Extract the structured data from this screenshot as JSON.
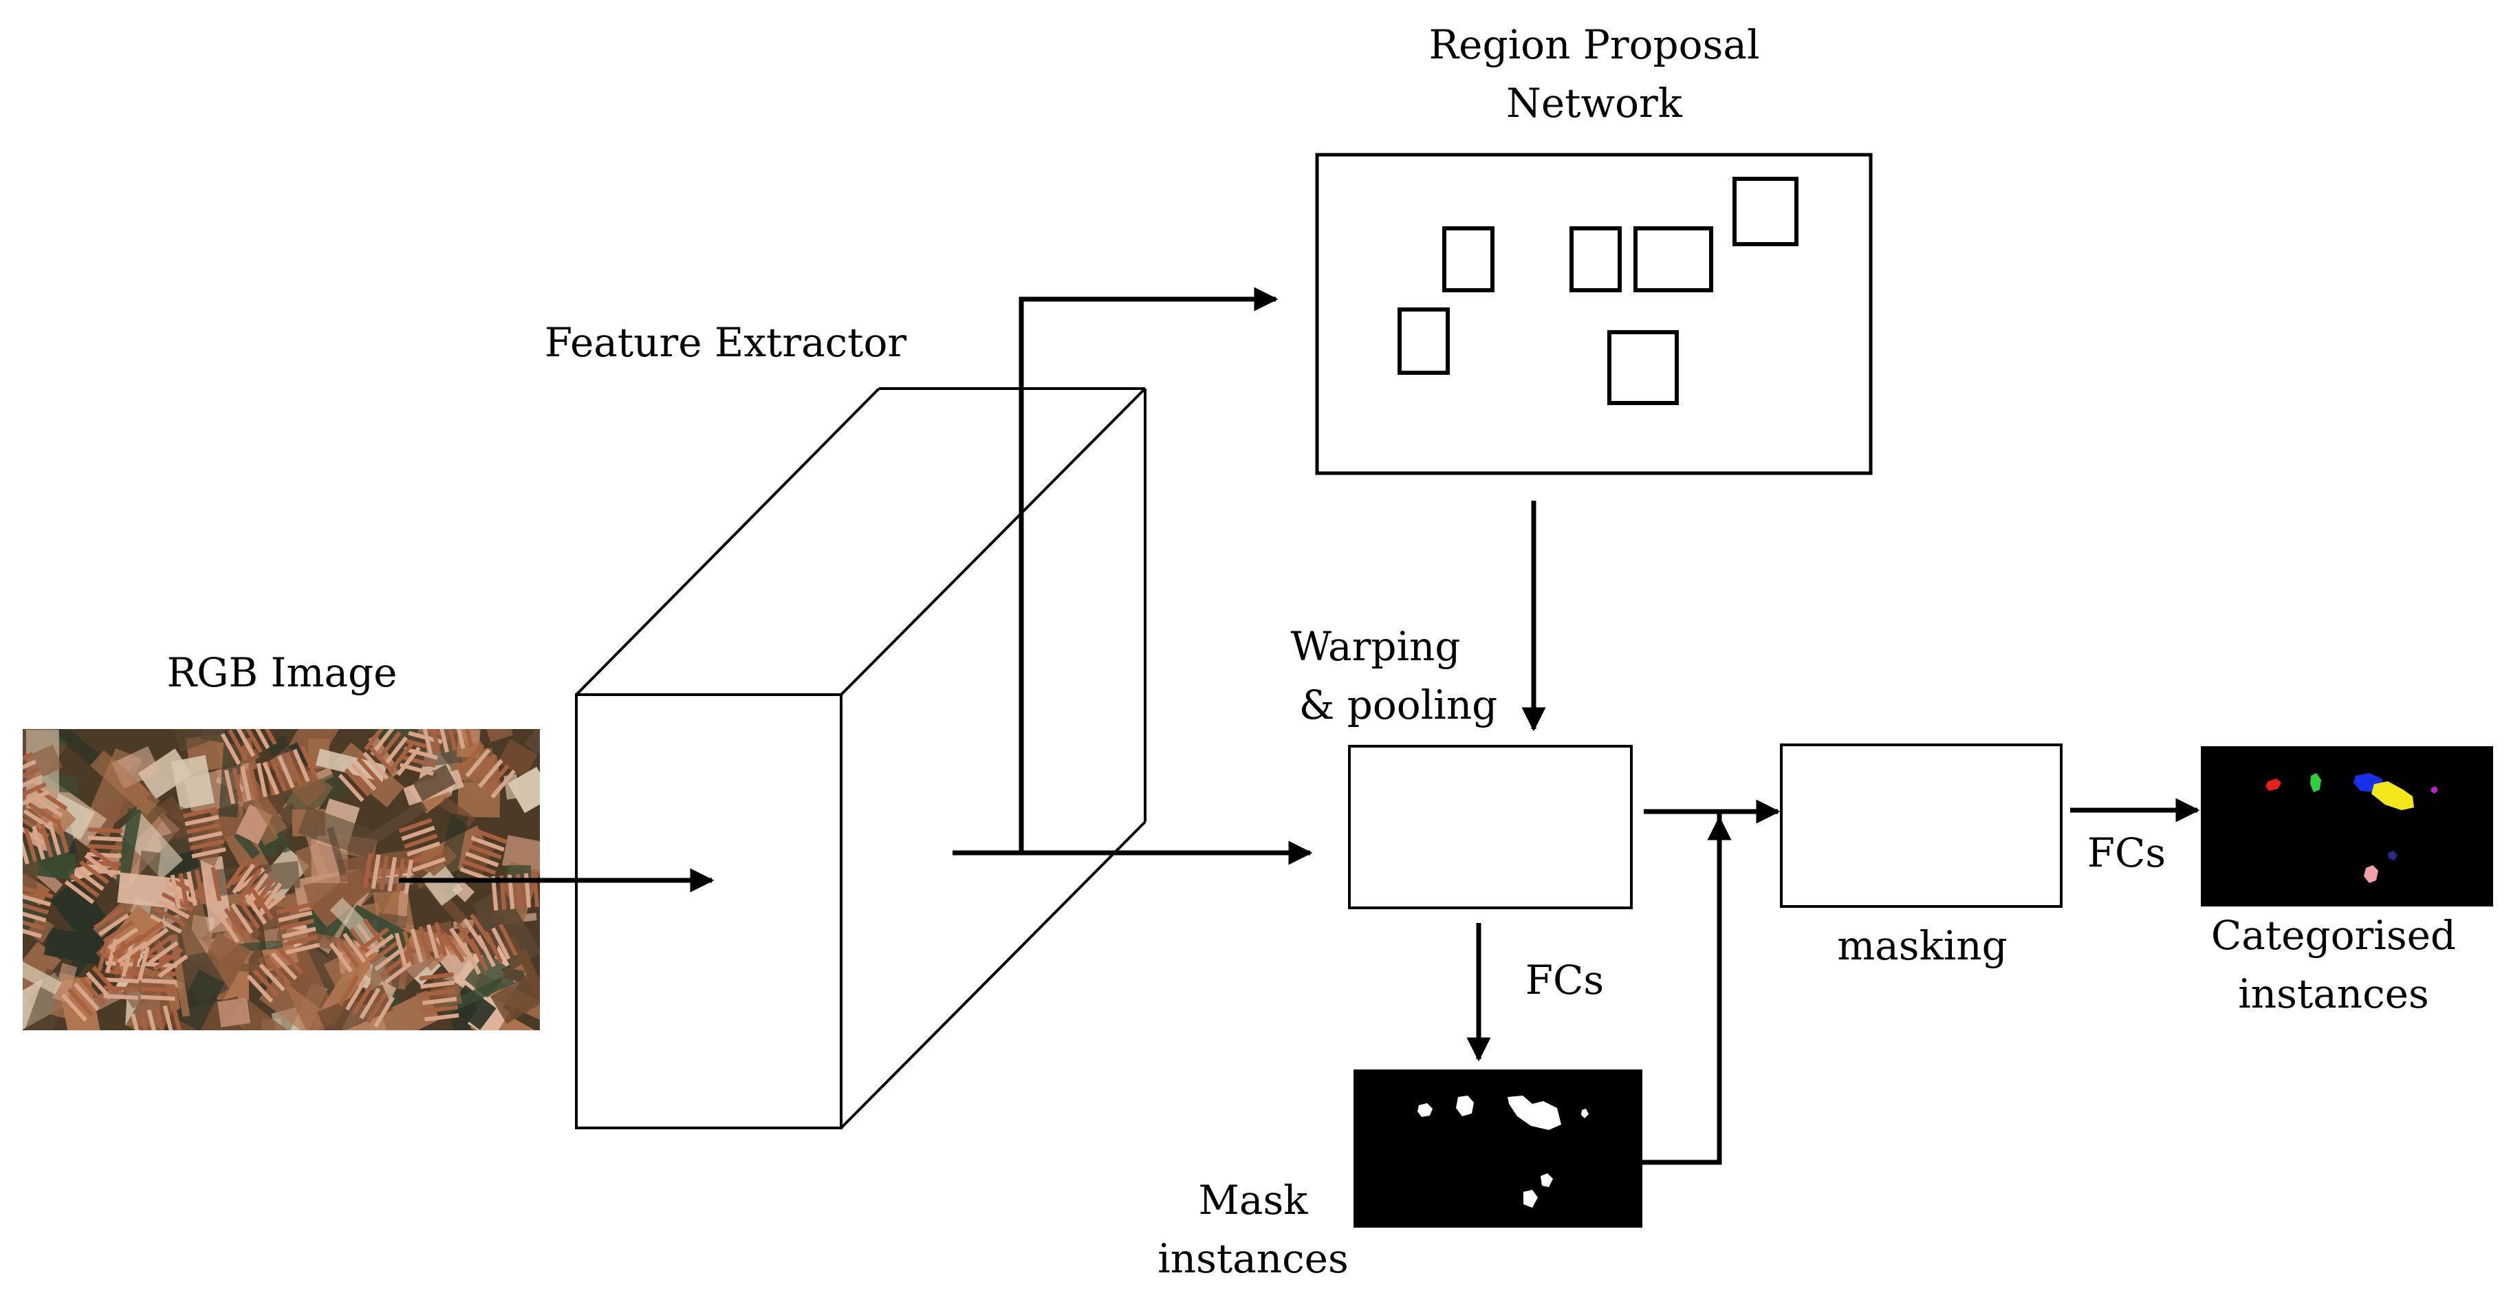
{
  "labels": {
    "rpn_line1": "Region Proposal",
    "rpn_line2": "Network",
    "feature_extractor": "Feature Extractor",
    "rgb_image": "RGB Image",
    "warping_line1": "Warping",
    "warping_line2": "& pooling",
    "fcs_mask": "FCs",
    "masking": "masking",
    "fcs_output": "FCs",
    "categorised_line1": "Categorised",
    "categorised_line2": "instances",
    "mask_line1": "Mask",
    "mask_line2": "instances"
  },
  "colors": {
    "stroke": "#000000",
    "background": "#ffffff",
    "panel_dark": "#000000",
    "mask_blob": "#ffffff",
    "instance_red": "#e8201c",
    "instance_green": "#2fd13a",
    "instance_blue": "#1830e8",
    "instance_yellow": "#f5e81a",
    "instance_magenta": "#c020c8",
    "instance_navy": "#2a2a8a",
    "instance_pink": "#f0a0a8",
    "wood_base": "#4a3a26"
  }
}
